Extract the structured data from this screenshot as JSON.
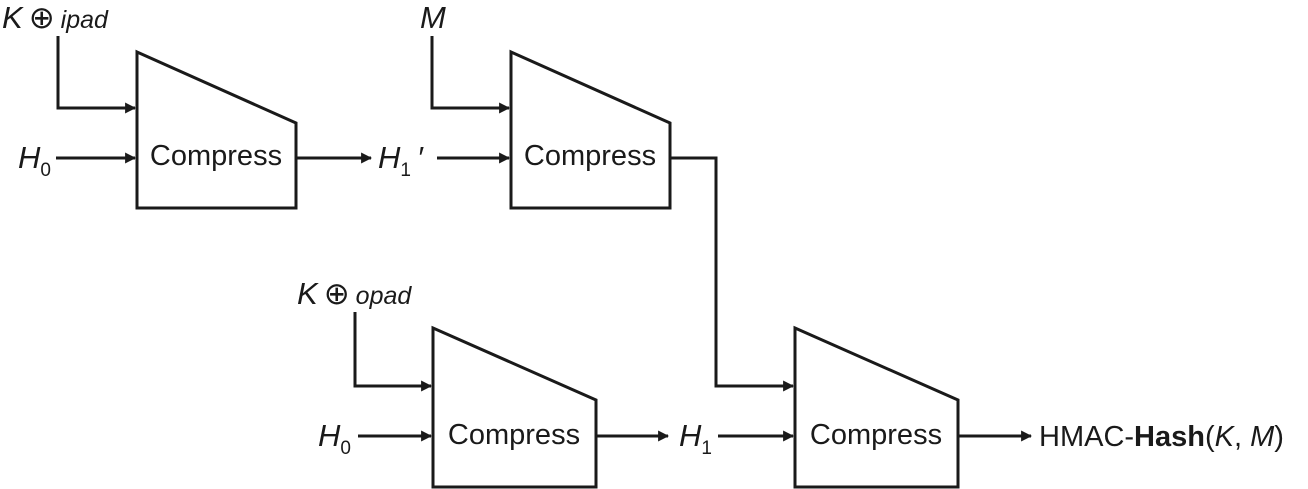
{
  "diagram": {
    "compress_label": "Compress",
    "k": "K",
    "xor": "⊕",
    "ipad": "ipad",
    "opad": "opad",
    "m": "M",
    "h": "H",
    "sub0": "0",
    "sub1": "1",
    "prime": "′",
    "output": {
      "prefix": "HMAC-",
      "bold": "Hash",
      "open": "(",
      "k": "K",
      "comma": ", ",
      "m": "M",
      "close": ")"
    }
  }
}
